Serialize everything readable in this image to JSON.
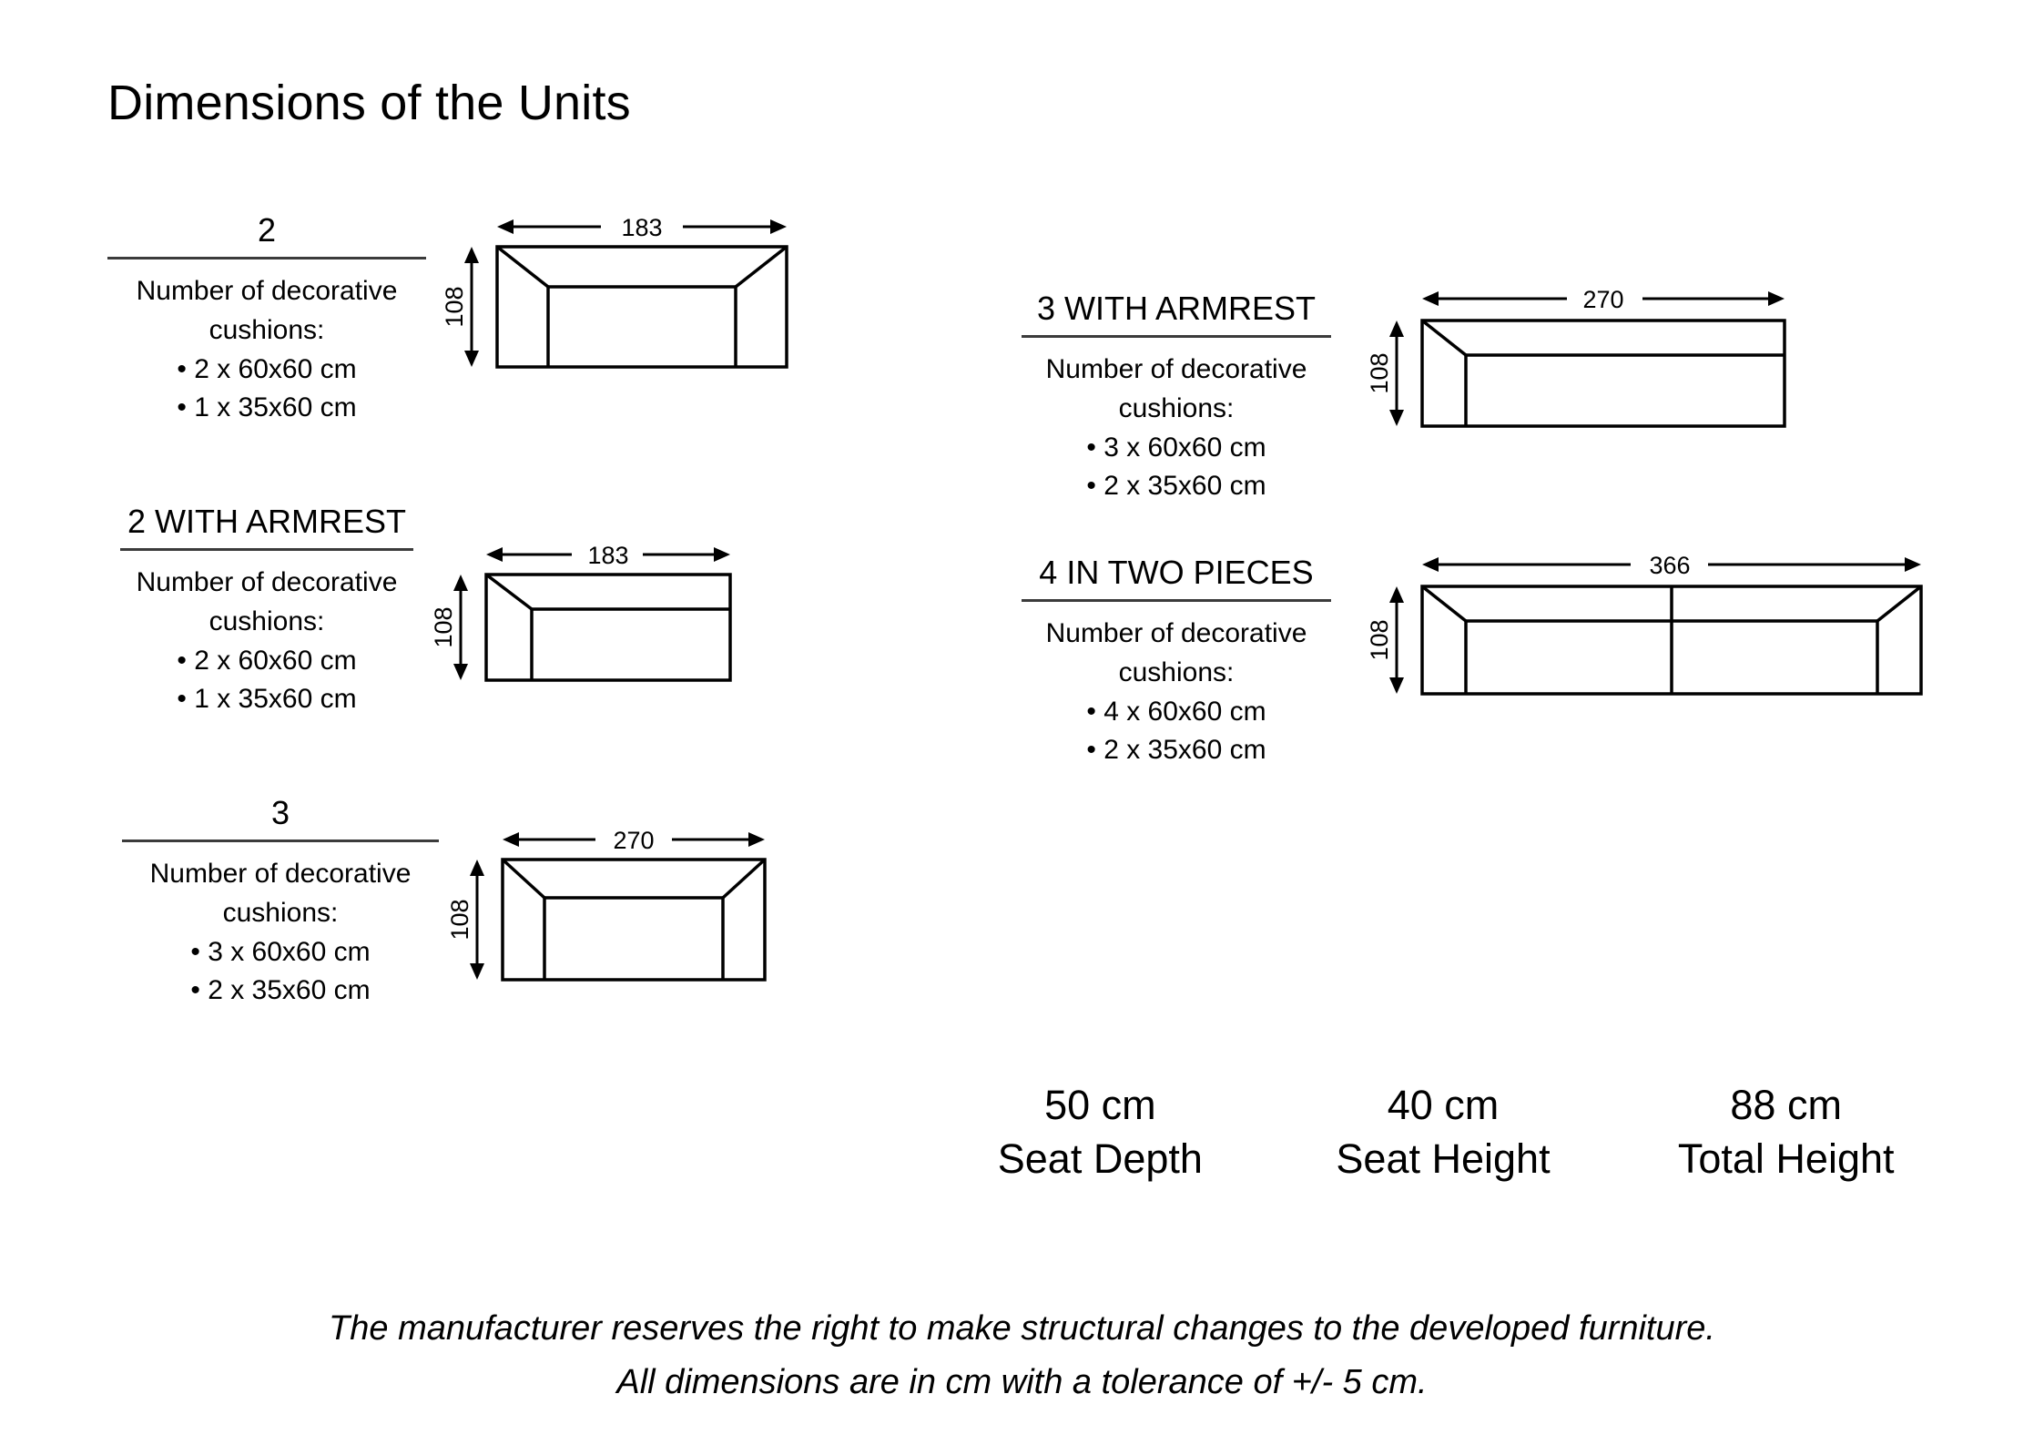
{
  "title": "Dimensions of the Units",
  "cushions_label_line1": "Number of decorative",
  "cushions_label_line2": "cushions:",
  "units": [
    {
      "heading": "2",
      "cushion_line_1": "• 2 x 60x60 cm",
      "cushion_line_2": "• 1 x 35x60 cm",
      "width_label": "183",
      "height_label": "108",
      "armrests": "both",
      "pieces": 1
    },
    {
      "heading": "2 WITH ARMREST",
      "cushion_line_1": "• 2 x 60x60 cm",
      "cushion_line_2": "• 1 x 35x60 cm",
      "width_label": "183",
      "height_label": "108",
      "armrests": "left",
      "pieces": 1
    },
    {
      "heading": "3",
      "cushion_line_1": "• 3 x 60x60 cm",
      "cushion_line_2": "• 2 x 35x60 cm",
      "width_label": "270",
      "height_label": "108",
      "armrests": "both",
      "pieces": 1
    },
    {
      "heading": "3 WITH ARMREST",
      "cushion_line_1": "• 3 x 60x60 cm",
      "cushion_line_2": "• 2 x 35x60 cm",
      "width_label": "270",
      "height_label": "108",
      "armrests": "left",
      "pieces": 1
    },
    {
      "heading": "4 IN TWO PIECES",
      "cushion_line_1": "• 4 x 60x60 cm",
      "cushion_line_2": "• 2 x 35x60 cm",
      "width_label": "366",
      "height_label": "108",
      "armrests": "both",
      "pieces": 2
    }
  ],
  "specs": [
    {
      "value": "50 cm",
      "label": "Seat Depth"
    },
    {
      "value": "40 cm",
      "label": "Seat Height"
    },
    {
      "value": "88 cm",
      "label": "Total Height"
    }
  ],
  "footer": {
    "line1": "The manufacturer reserves the right to make structural changes to the developed furniture.",
    "line2": "All dimensions are in cm with a tolerance of +/- 5 cm."
  }
}
